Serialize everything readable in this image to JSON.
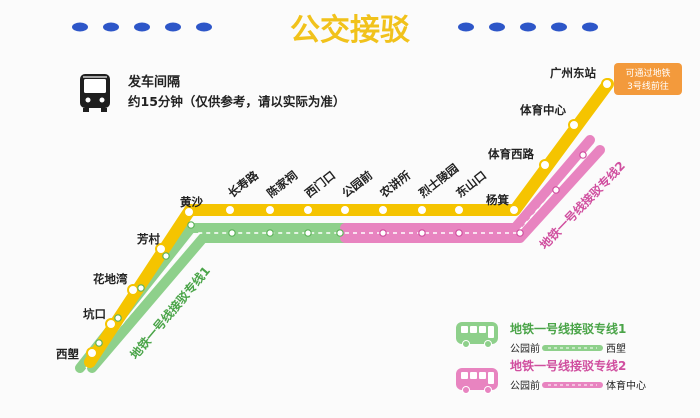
{
  "title": "公交接驳",
  "info": {
    "label": "发车间隔",
    "detail": "约15分钟（仅供参考，请以实际为准）"
  },
  "yellow_line": {
    "color": "#f5c400",
    "stations": [
      "西塱",
      "坑口",
      "花地湾",
      "芳村",
      "黄沙",
      "长寿路",
      "陈家祠",
      "西门口",
      "公园前",
      "农讲所",
      "烈士陵园",
      "东山口",
      "杨箕",
      "体育西路",
      "体育中心",
      "广州东站"
    ]
  },
  "green_route": {
    "color": "#8ed08b",
    "label": "地铁一号线接驳专线1"
  },
  "pink_route": {
    "color": "#e884c0",
    "label": "地铁一号线接驳专线2"
  },
  "callout": {
    "line1": "可通过地铁",
    "line2": "3号线前往",
    "color": "#f39a3c"
  },
  "legend": {
    "green": {
      "label": "地铁一号线接驳专线1",
      "from": "公园前",
      "to": "西塱"
    },
    "pink": {
      "label": "地铁一号线接驳专线2",
      "from": "公园前",
      "to": "体育中心"
    }
  },
  "colors": {
    "dot_blue": "#2d56c8",
    "title_yellow": "#f1c21b",
    "text": "#222222"
  }
}
